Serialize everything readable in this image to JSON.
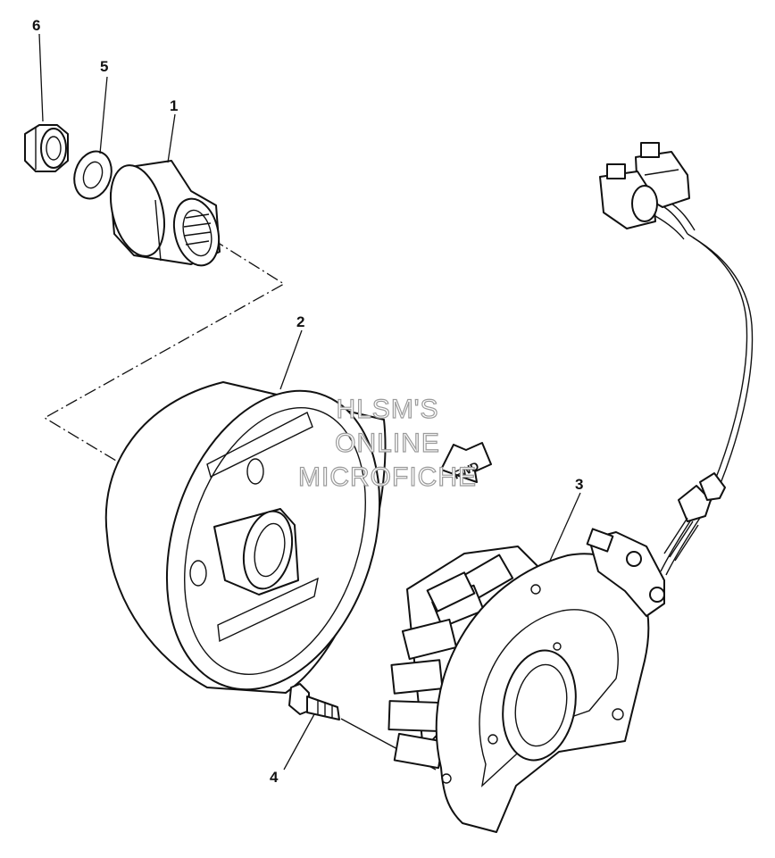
{
  "callouts": {
    "part1": "1",
    "part2": "2",
    "part3": "3",
    "part4": "4",
    "part5": "5",
    "part6": "6"
  },
  "watermark": {
    "line1": "HLSM'S",
    "line2": "ONLINE",
    "line3": "MICROFICHE"
  },
  "direction_label": "FWD"
}
